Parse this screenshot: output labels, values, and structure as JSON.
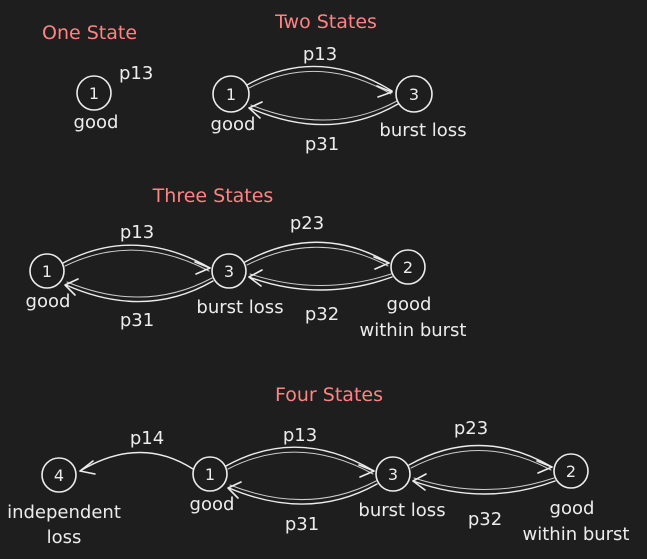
{
  "colors": {
    "background": "#1e1e1e",
    "title": "#ff8383",
    "stroke": "#ececec"
  },
  "sections": {
    "one": {
      "title": "One State",
      "node_1": "1",
      "state_good": "good",
      "self_prob": "p13"
    },
    "two": {
      "title": "Two States",
      "node_1": "1",
      "node_3": "3",
      "state_good": "good",
      "state_burst_loss": "burst loss",
      "edge_13": "p13",
      "edge_31": "p31"
    },
    "three": {
      "title": "Three States",
      "node_1": "1",
      "node_3": "3",
      "node_2": "2",
      "state_good": "good",
      "state_burst_loss": "burst loss",
      "state_good_within_1": "good",
      "state_good_within_2": "within burst",
      "edge_13": "p13",
      "edge_31": "p31",
      "edge_23": "p23",
      "edge_32": "p32"
    },
    "four": {
      "title": "Four States",
      "node_4": "4",
      "node_1": "1",
      "node_3": "3",
      "node_2": "2",
      "state_independent_1": "independent",
      "state_independent_2": "loss",
      "state_good": "good",
      "state_burst_loss": "burst loss",
      "state_good_within_1": "good",
      "state_good_within_2": "within burst",
      "edge_14": "p14",
      "edge_13": "p13",
      "edge_31": "p31",
      "edge_23": "p23",
      "edge_32": "p32"
    }
  }
}
